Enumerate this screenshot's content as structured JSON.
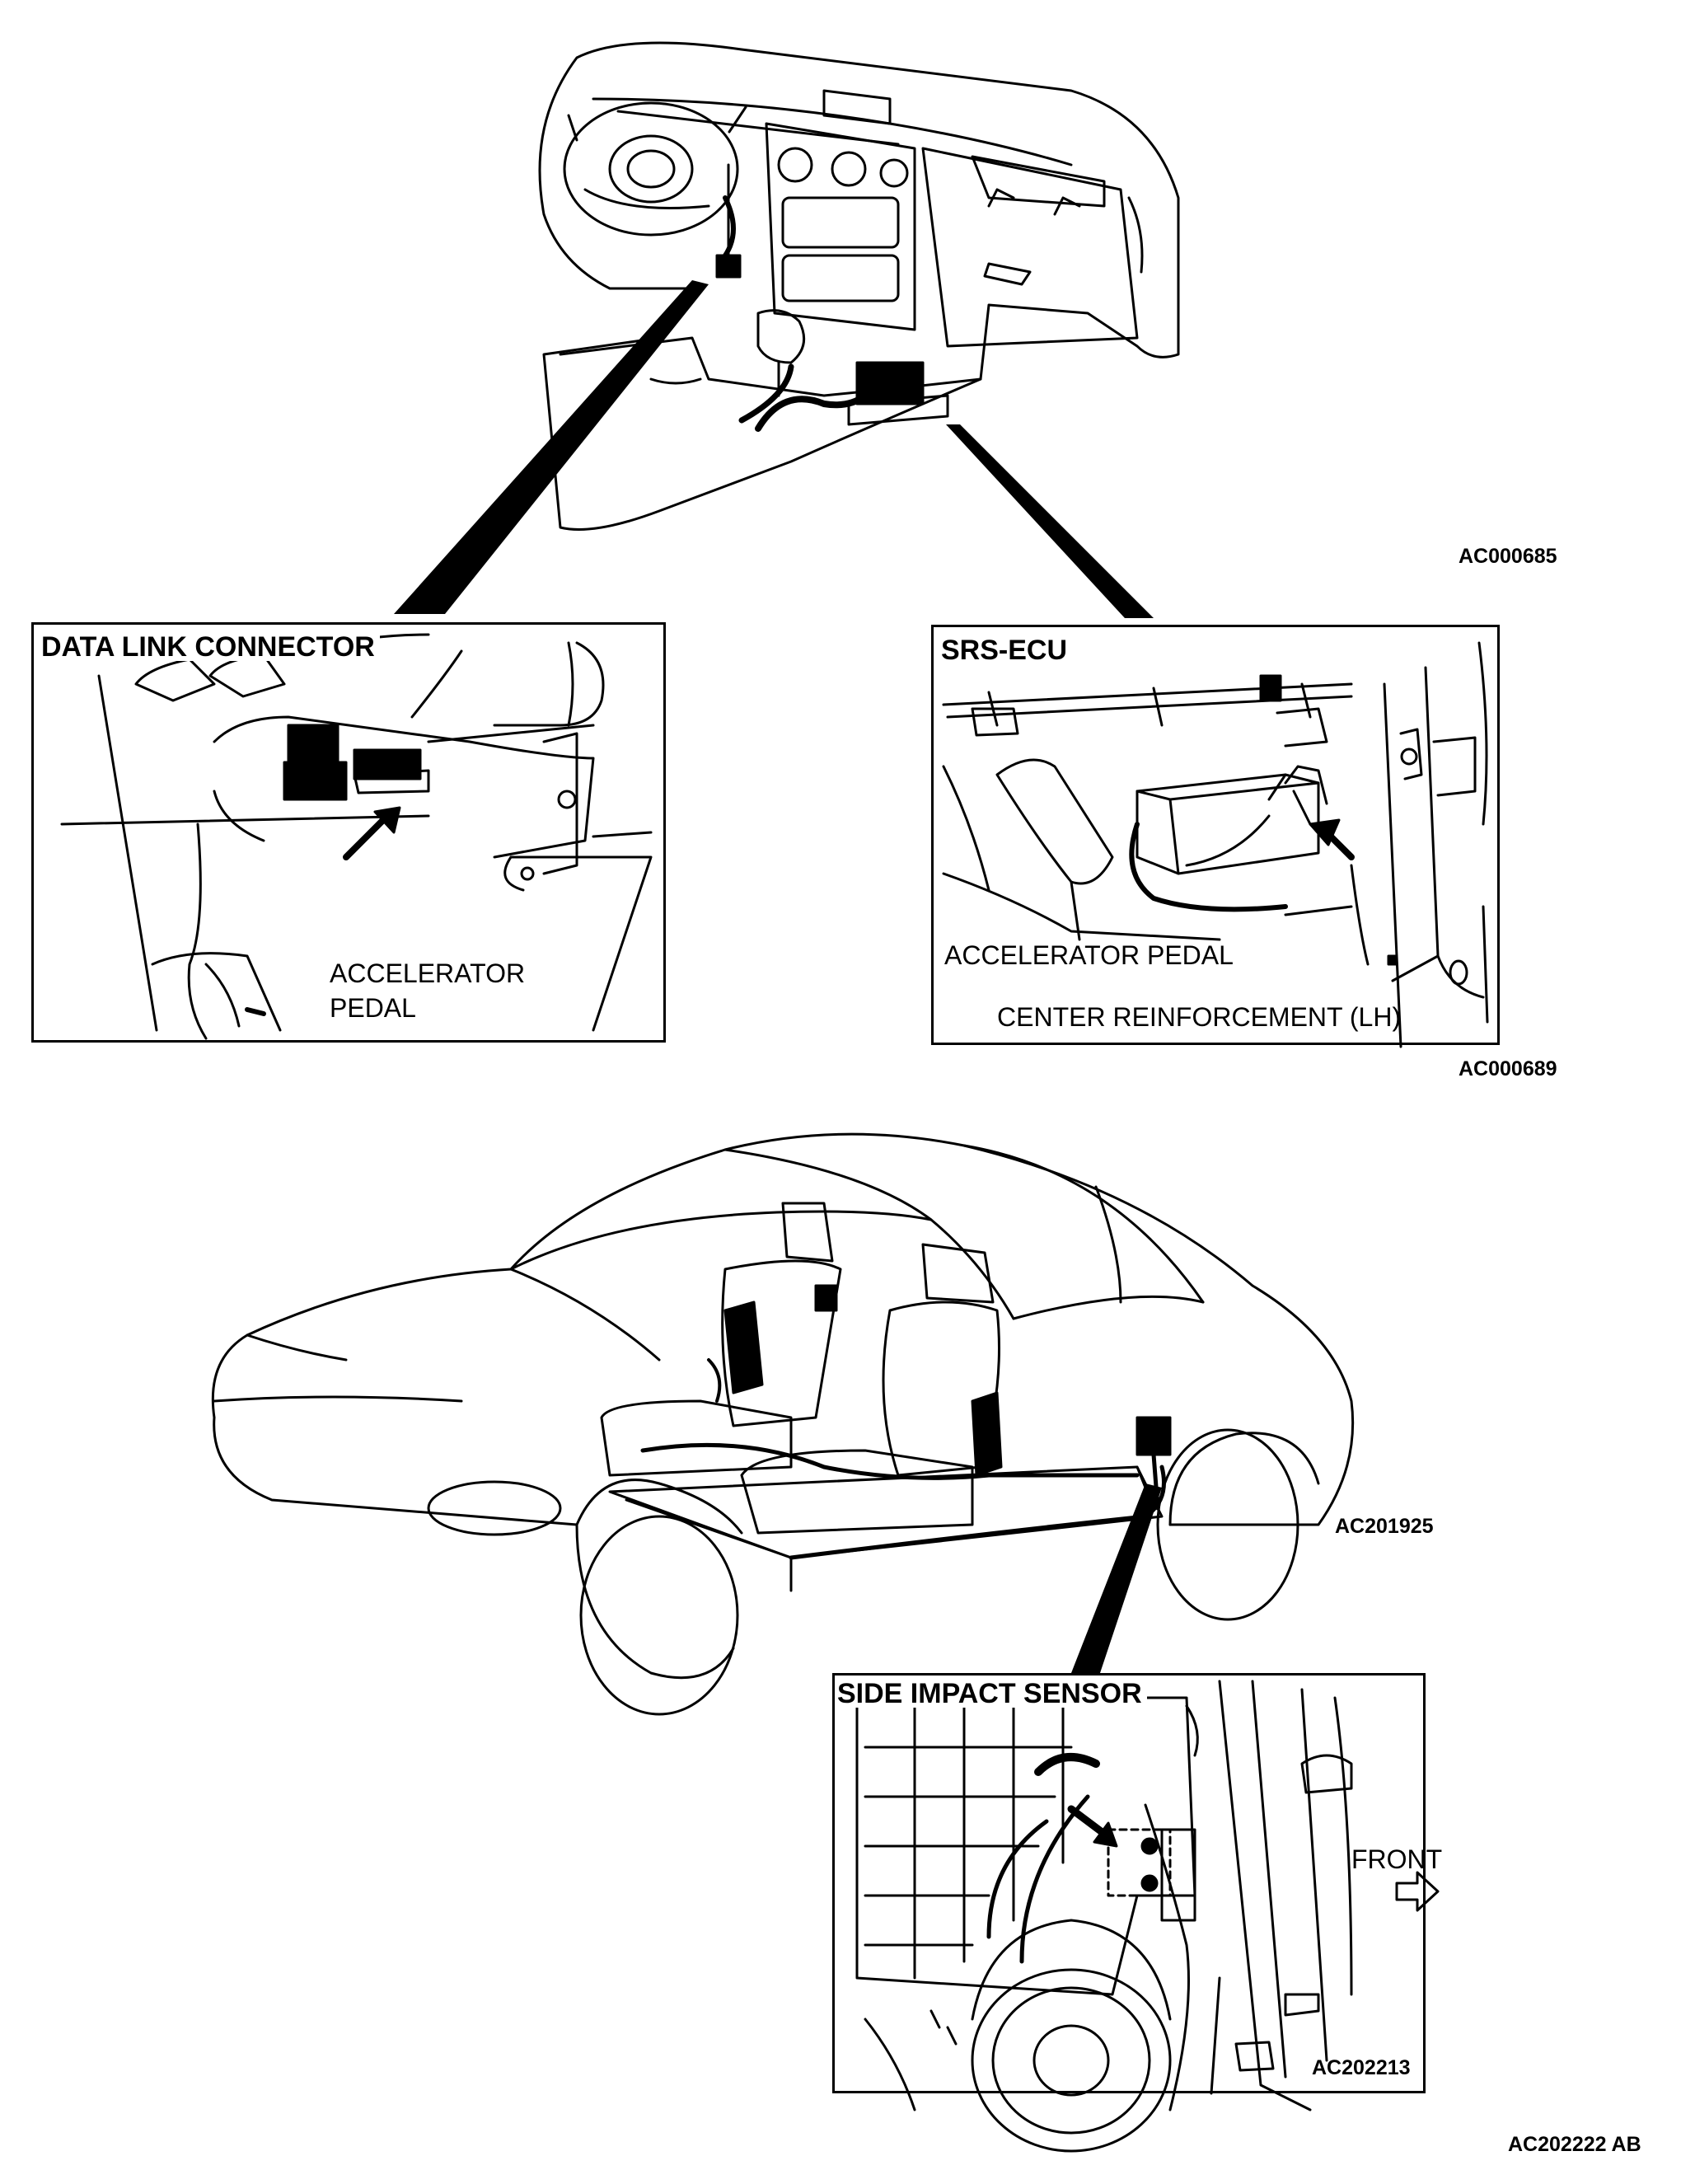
{
  "figure_codes": {
    "dashboard": "AC000685",
    "srs_ecu_inset": "AC000689",
    "vehicle": "AC201925",
    "side_sensor_inset": "AC202213",
    "sheet": "AC202222 AB"
  },
  "panels": {
    "data_link_connector": {
      "title": "DATA LINK CONNECTOR",
      "callout_line1": "ACCELERATOR",
      "callout_line2": "PEDAL"
    },
    "srs_ecu": {
      "title": "SRS-ECU",
      "callout_pedal": "ACCELERATOR PEDAL",
      "callout_reinforcement": "CENTER REINFORCEMENT (LH)"
    },
    "side_impact_sensor": {
      "title": "SIDE IMPACT SENSOR",
      "callout_front": "FRONT"
    }
  }
}
